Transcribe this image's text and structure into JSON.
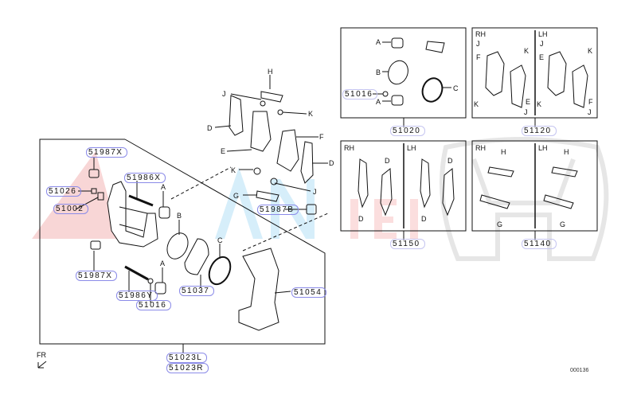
{
  "part_numbers": {
    "p51987X_top": "51987X",
    "p51986X": "51986X",
    "p51026": "51026",
    "p51002": "51002",
    "p51987X_bottom": "51987X",
    "p51986Y": "51986Y",
    "p51016": "51016",
    "p51037": "51037",
    "p51054": "51054",
    "p51023L": "51023L",
    "p51023R": "51023R",
    "p51987B": "51987B",
    "p51016_kit": "51016",
    "p51020": "51020",
    "p51120": "51120",
    "p51150": "51150",
    "p51140": "51140"
  },
  "letters": {
    "A": "A",
    "B": "B",
    "C": "C",
    "D": "D",
    "E": "E",
    "F": "F",
    "G": "G",
    "H": "H",
    "J": "J",
    "K": "K"
  },
  "side_labels": {
    "rh": "RH",
    "lh": "LH"
  },
  "direction_label": "FR",
  "diagram_code": "000136",
  "watermark_text": "ANVIET",
  "colors": {
    "part_label_border": "#8b8be8",
    "watermark_red": "#f4c6c6",
    "watermark_blue": "#cfeaf8"
  }
}
